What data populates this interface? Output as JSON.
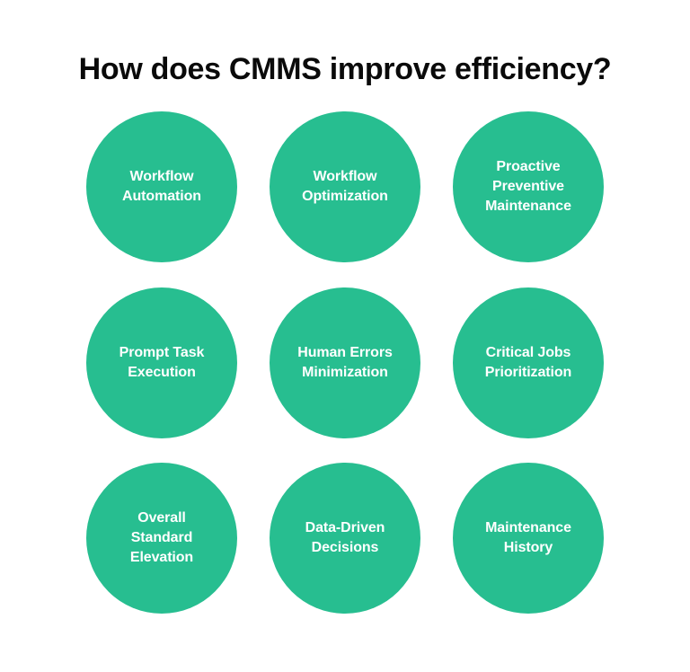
{
  "title": "How does CMMS improve efficiency?",
  "colors": {
    "circle_fill": "#27BE90",
    "label_text": "#FFFFFF",
    "title_text": "#0A0A0A",
    "background": "#FFFFFF"
  },
  "items": [
    {
      "label": "Workflow Automation"
    },
    {
      "label": "Workflow Optimization"
    },
    {
      "label": "Proactive Preventive Maintenance"
    },
    {
      "label": "Prompt Task Execution"
    },
    {
      "label": "Human Errors Minimization"
    },
    {
      "label": "Critical Jobs Prioritization"
    },
    {
      "label": "Overall Standard Elevation"
    },
    {
      "label": "Data-Driven Decisions"
    },
    {
      "label": "Maintenance History"
    }
  ]
}
